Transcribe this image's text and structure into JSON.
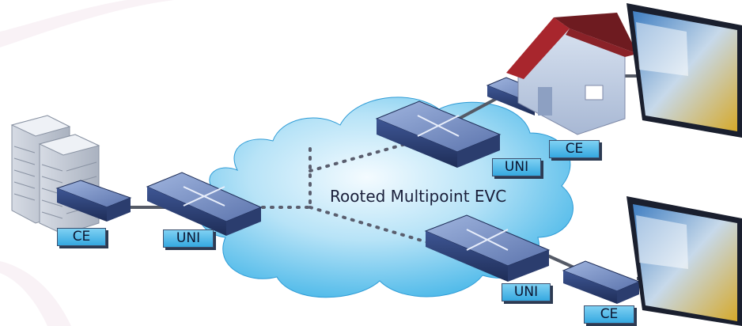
{
  "diagram": {
    "cloud_label": "Rooted Multipoint EVC",
    "labels": {
      "ce_left": "CE",
      "uni_left": "UNI",
      "uni_top": "UNI",
      "ce_top": "CE",
      "uni_bottom": "UNI",
      "ce_bottom": "CE"
    }
  },
  "colors": {
    "cloud_light": "#eaf7fd",
    "cloud_dark": "#36b0e6",
    "label_fill": "#4fbbe8",
    "device": "#3e5694",
    "dotted_line": "#5a5e6e",
    "roof": "#7a1f24"
  },
  "icons": [
    "building-icon",
    "switch-icon",
    "router-icon",
    "house-icon",
    "tv-screen-icon"
  ]
}
